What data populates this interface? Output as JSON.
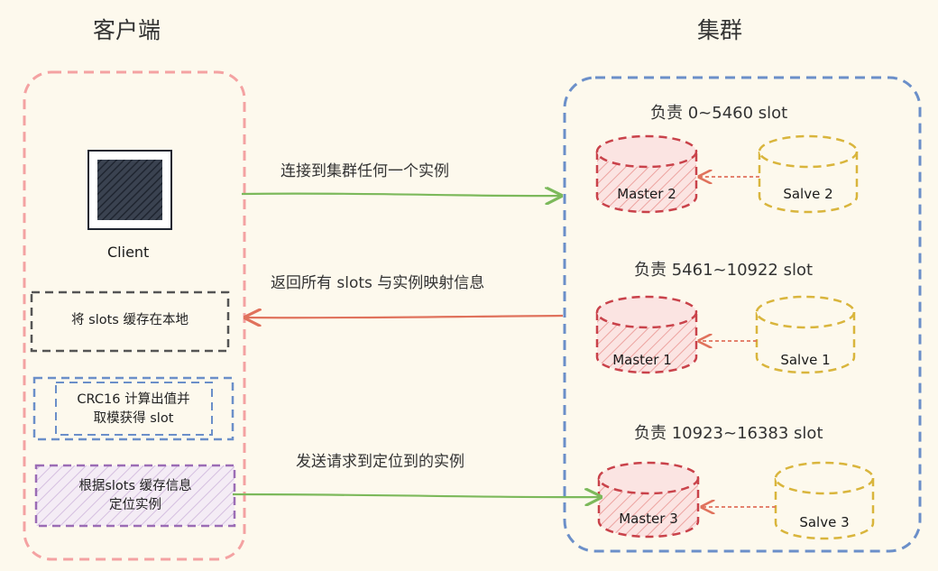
{
  "client_side": {
    "title": "客户端",
    "client_label": "Client",
    "step_cache": "将 slots 缓存在本地",
    "step_hash_line1": "CRC16 计算出值并",
    "step_hash_line2": "取模获得 slot",
    "step_route_line1": "根据slots 缓存信息",
    "step_route_line2": "定位实例"
  },
  "cluster_side": {
    "title": "集群",
    "groups": [
      {
        "range": "负责 0~5460 slot",
        "master": "Master 2",
        "slave": "Salve 2"
      },
      {
        "range": "负责 5461~10922 slot",
        "master": "Master 1",
        "slave": "Salve 1"
      },
      {
        "range": "负责 10923~16383 slot",
        "master": "Master 3",
        "slave": "Salve 3"
      }
    ]
  },
  "arrows": {
    "connect": "连接到集群任何一个实例",
    "return_slots": "返回所有 slots 与实例映射信息",
    "send_request": "发送请求到定位到的实例"
  },
  "colors": {
    "background": "#fdf9ed",
    "client_border": "#f4a2a2",
    "cluster_border": "#6b8fc9",
    "master": "#c9424a",
    "slave": "#d9b53c",
    "request_arrow": "#7cb95b",
    "response_arrow": "#e0725c",
    "route_box": "#9b6cb5",
    "cache_box": "#555555"
  }
}
